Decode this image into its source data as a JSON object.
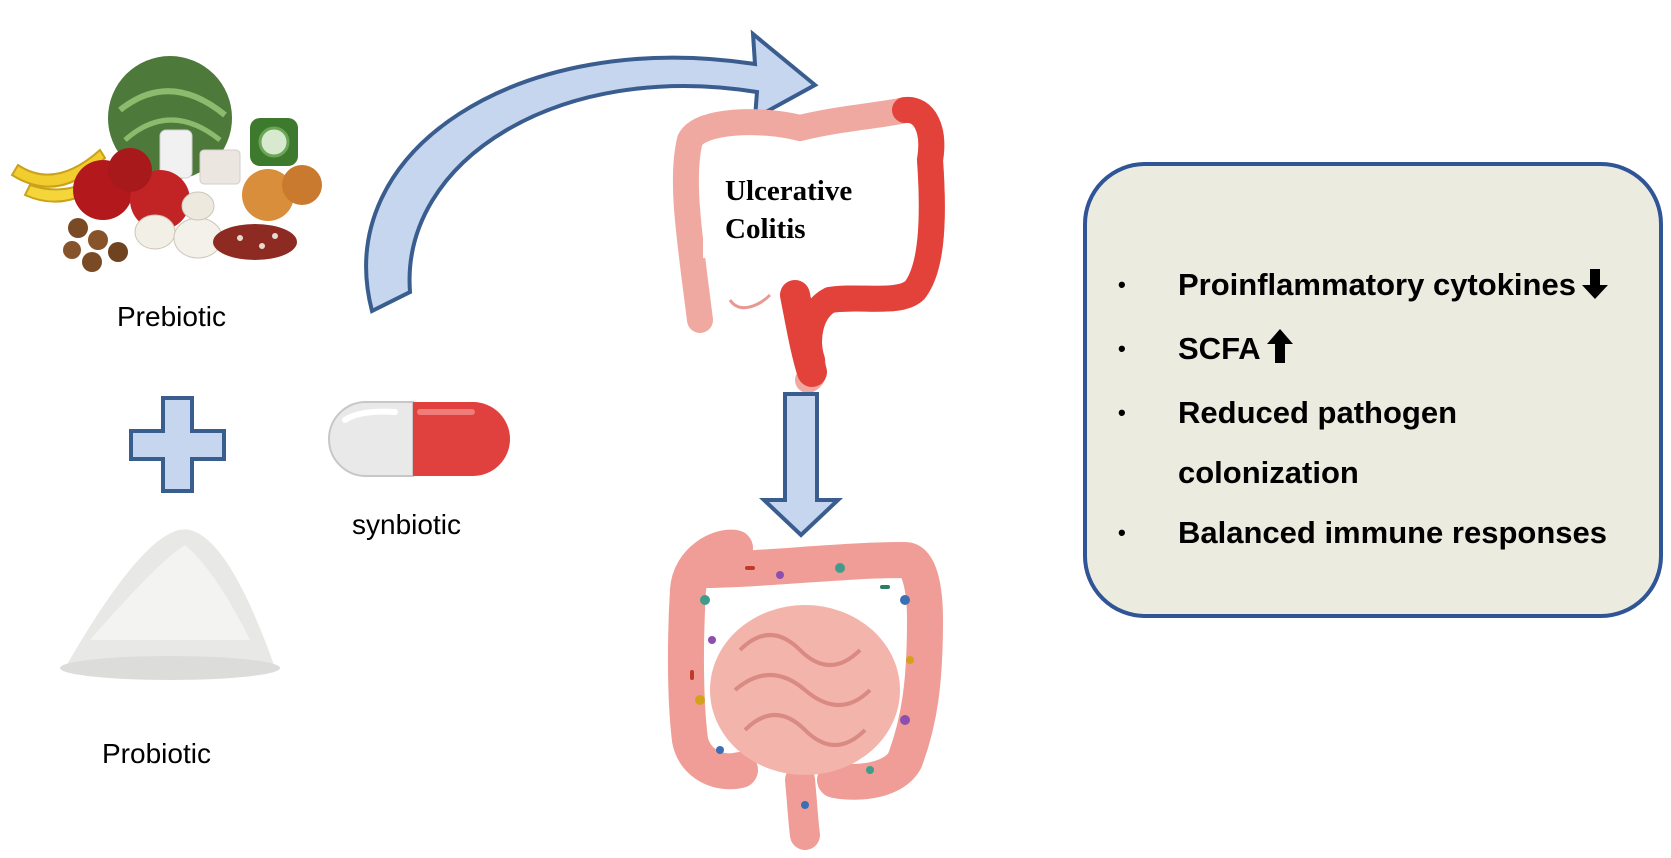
{
  "inputs": {
    "prebiotic_label": "Prebiotic",
    "probiotic_label": "Probiotic",
    "synbiotic_label": "synbiotic"
  },
  "disease": {
    "label_line1": "Ulcerative",
    "label_line2": "Colitis"
  },
  "effects": {
    "items": [
      {
        "text": "Proinflammatory cytokines",
        "indicator": "down-arrow-icon"
      },
      {
        "text": "SCFA",
        "indicator": "up-arrow-icon"
      },
      {
        "text": "Reduced pathogen",
        "indicator": ""
      },
      {
        "text": "colonization",
        "indicator": ""
      },
      {
        "text": "Balanced immune responses",
        "indicator": ""
      }
    ],
    "bullet": "•"
  },
  "colors": {
    "arrow_fill": "#c5d6ee",
    "arrow_stroke": "#3a5d8f",
    "panel_fill": "#ecebe0",
    "panel_border": "#2f5597",
    "capsule_red": "#e0403e",
    "capsule_white": "#e9e9e9",
    "colon_inflamed": "#e2423a",
    "colon_healthy": "#f0a9a1"
  }
}
